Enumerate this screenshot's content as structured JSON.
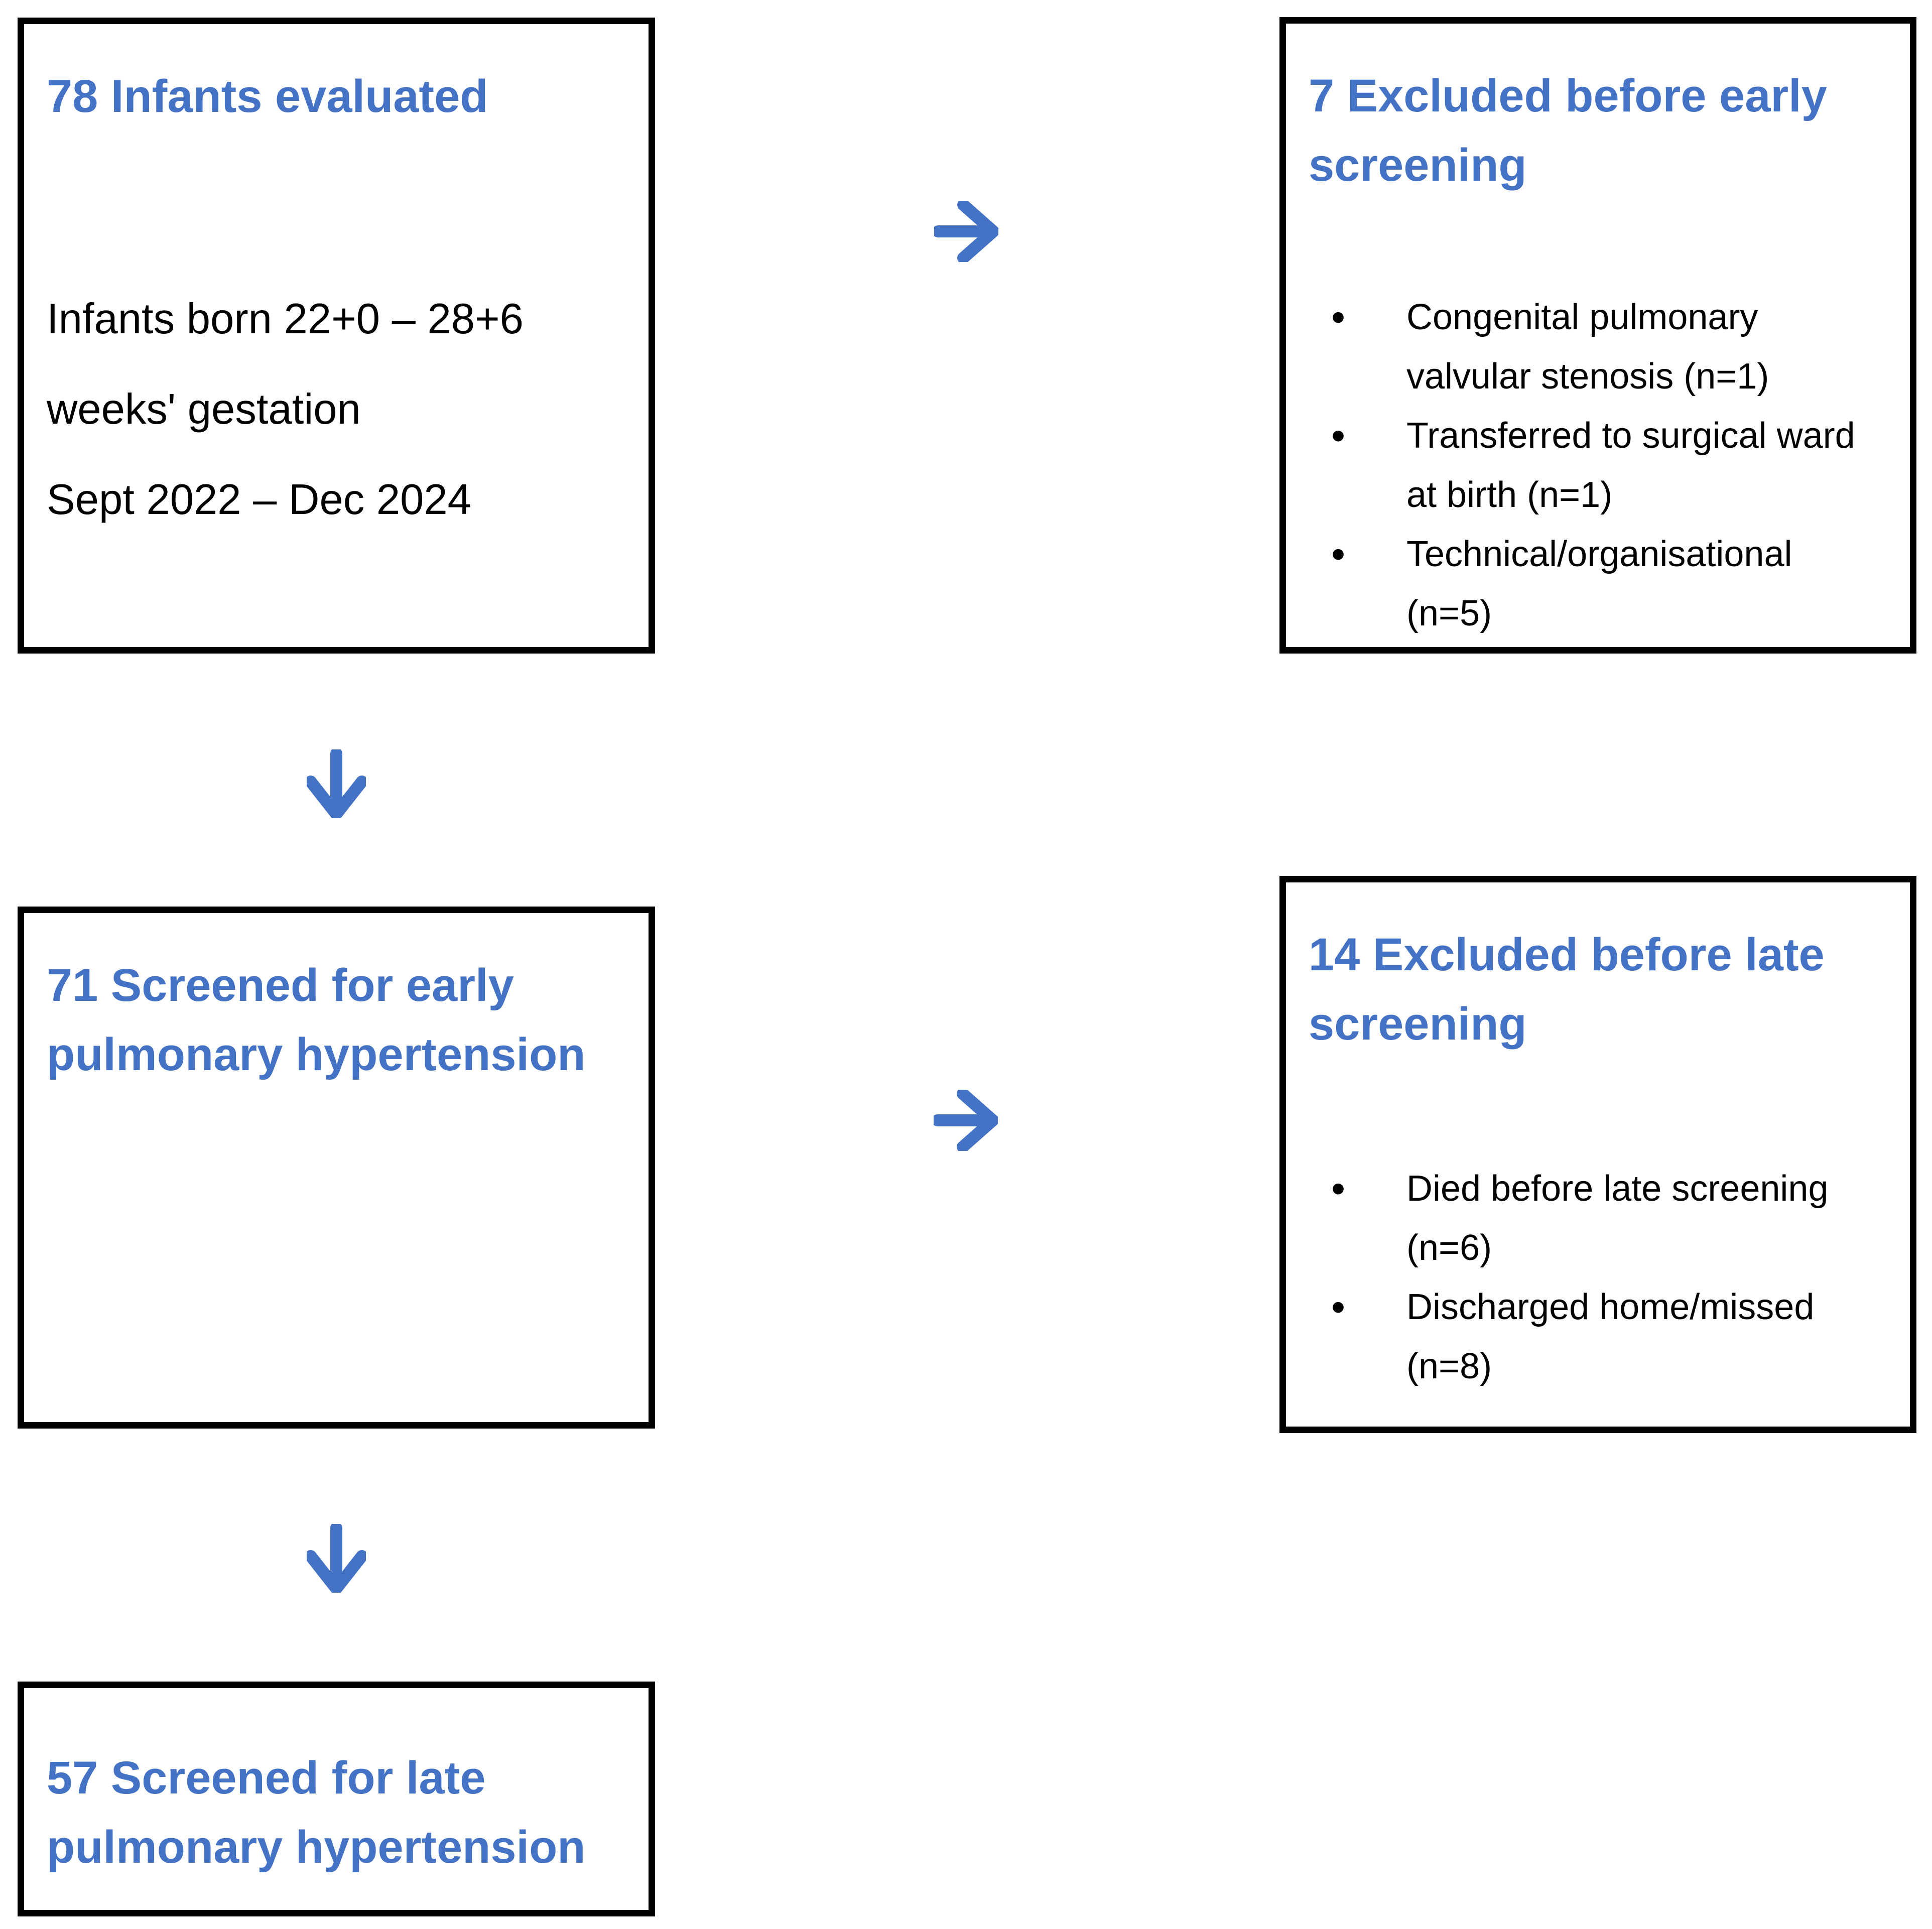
{
  "diagram": {
    "type": "flowchart",
    "accent_color": "#4472C4",
    "text_color": "#000000",
    "border_color": "#000000",
    "background_color": "#FFFFFF",
    "nodes": {
      "evaluated": {
        "title": "78 Infants evaluated",
        "lines": [
          "Infants born 22+0 – 28+6",
          "weeks' gestation",
          "Sept 2022 – Dec 2024"
        ]
      },
      "excluded_early": {
        "title": "7 Excluded before early screening",
        "bullets": [
          "Congenital pulmonary valvular stenosis (n=1)",
          "Transferred to surgical ward at birth (n=1)",
          "Technical/organisational (n=5)"
        ]
      },
      "screened_early": {
        "title": "71 Screened for early pulmonary hypertension"
      },
      "excluded_late": {
        "title": "14 Excluded before late screening",
        "bullets": [
          "Died before late screening (n=6)",
          "Discharged home/missed (n=8)"
        ]
      },
      "screened_late": {
        "title": "57 Screened for late pulmonary hypertension"
      }
    },
    "connections": [
      {
        "from": "evaluated",
        "to": "excluded_early",
        "direction": "right"
      },
      {
        "from": "evaluated",
        "to": "screened_early",
        "direction": "down"
      },
      {
        "from": "screened_early",
        "to": "excluded_late",
        "direction": "right"
      },
      {
        "from": "screened_early",
        "to": "screened_late",
        "direction": "down"
      }
    ]
  }
}
